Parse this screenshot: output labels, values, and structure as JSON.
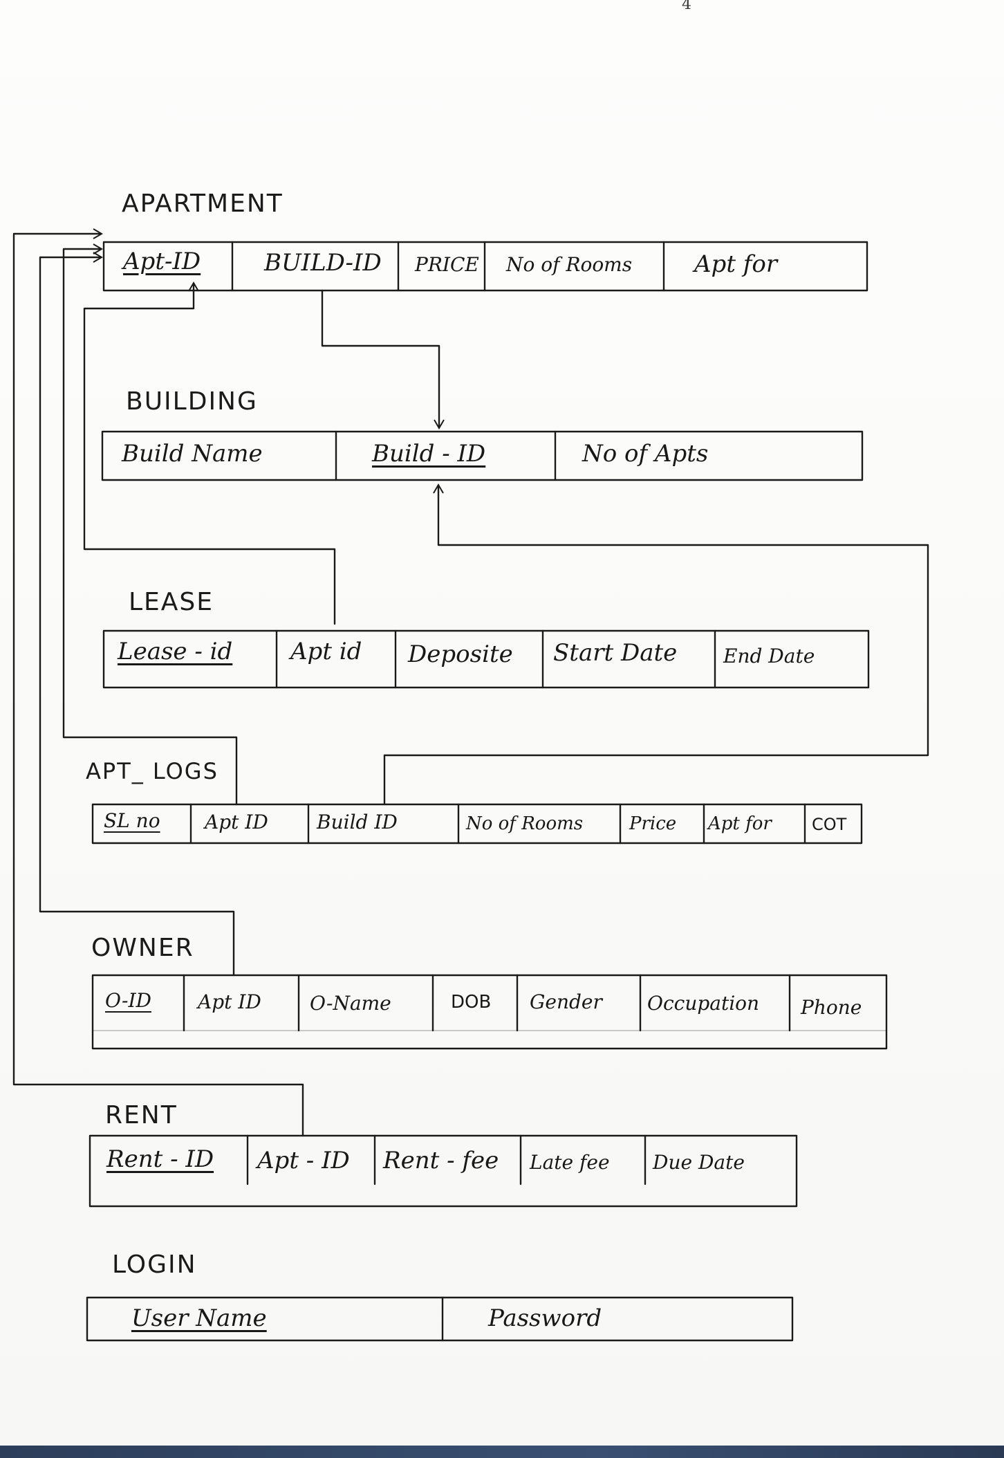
{
  "page_number": "4",
  "tables": {
    "apartment": {
      "title": "APARTMENT",
      "columns": [
        {
          "label": "Apt-ID",
          "key": true
        },
        {
          "label": "BUILD-ID",
          "key": false
        },
        {
          "label": "PRICE",
          "key": false
        },
        {
          "label": "No of Rooms",
          "key": false
        },
        {
          "label": "Apt for",
          "key": false
        }
      ]
    },
    "building": {
      "title": "BUILDING",
      "columns": [
        {
          "label": "Build Name",
          "key": false
        },
        {
          "label": "Build - ID",
          "key": true
        },
        {
          "label": "No of Apts",
          "key": false
        }
      ]
    },
    "lease": {
      "title": "LEASE",
      "columns": [
        {
          "label": "Lease - id",
          "key": true
        },
        {
          "label": "Apt id",
          "key": false
        },
        {
          "label": "Deposite",
          "key": false
        },
        {
          "label": "Start Date",
          "key": false
        },
        {
          "label": "End Date",
          "key": false
        }
      ]
    },
    "apt_logs": {
      "title": "APT_ LOGS",
      "columns": [
        {
          "label": "SL no",
          "key": true
        },
        {
          "label": "Apt ID",
          "key": false
        },
        {
          "label": "Build ID",
          "key": false
        },
        {
          "label": "No of Rooms",
          "key": false
        },
        {
          "label": "Price",
          "key": false
        },
        {
          "label": "Apt for",
          "key": false
        },
        {
          "label": "COT",
          "key": false
        }
      ]
    },
    "owner": {
      "title": "OWNER",
      "columns": [
        {
          "label": "O-ID",
          "key": true
        },
        {
          "label": "Apt ID",
          "key": false
        },
        {
          "label": "O-Name",
          "key": false
        },
        {
          "label": "DOB",
          "key": false
        },
        {
          "label": "Gender",
          "key": false
        },
        {
          "label": "Occupation",
          "key": false
        },
        {
          "label": "Phone",
          "key": false
        }
      ]
    },
    "rent": {
      "title": "RENT",
      "columns": [
        {
          "label": "Rent - ID",
          "key": true
        },
        {
          "label": "Apt - ID",
          "key": false
        },
        {
          "label": "Rent - fee",
          "key": false
        },
        {
          "label": "Late fee",
          "key": false
        },
        {
          "label": "Due Date",
          "key": false
        }
      ]
    },
    "login": {
      "title": "LOGIN",
      "columns": [
        {
          "label": "User Name",
          "key": true
        },
        {
          "label": "Password",
          "key": false
        }
      ]
    }
  }
}
